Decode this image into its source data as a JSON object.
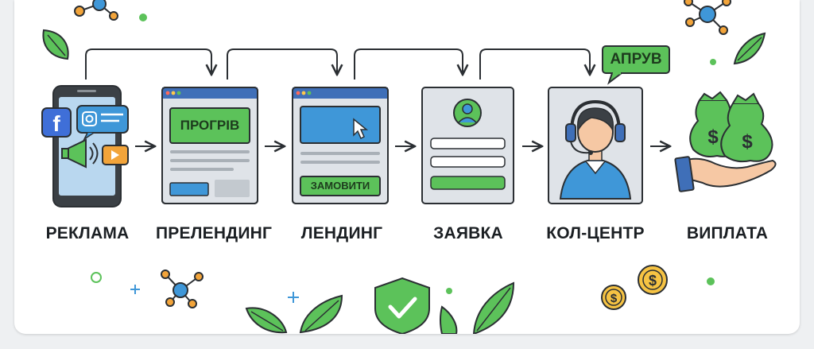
{
  "stages": [
    {
      "id": "ad",
      "label": "РЕКЛАМА"
    },
    {
      "id": "prelanding",
      "label": "ПРЕЛЕНДИНГ",
      "button": "ПРОГРІВ"
    },
    {
      "id": "landing",
      "label": "ЛЕНДИНГ",
      "button": "ЗАМОВИТИ"
    },
    {
      "id": "application",
      "label": "ЗАЯВКА"
    },
    {
      "id": "callcenter",
      "label": "КОЛ-ЦЕНТР",
      "bubble": "АПРУВ"
    },
    {
      "id": "payout",
      "label": "ВИПЛАТА"
    }
  ],
  "colors": {
    "green": "#5cc25a",
    "blue": "#3f97d8",
    "dark": "#2b2f33",
    "panel": "#dfe3e8"
  }
}
